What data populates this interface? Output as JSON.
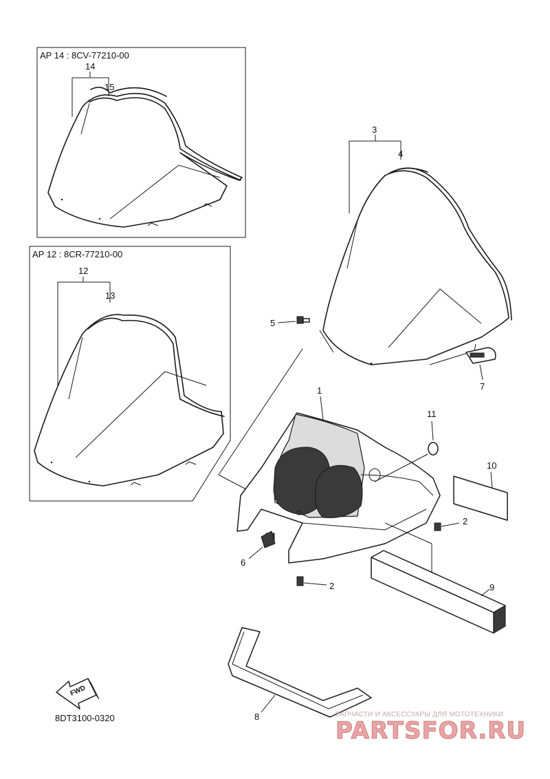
{
  "boxes": {
    "ap14": {
      "title": "AP  14 : 8CV-77210-00"
    },
    "ap12": {
      "title": "AP  12 : 8CR-77210-00"
    }
  },
  "callouts": [
    {
      "id": "c14",
      "text": "14"
    },
    {
      "id": "c15",
      "text": "15"
    },
    {
      "id": "c12",
      "text": "12"
    },
    {
      "id": "c13",
      "text": "13"
    },
    {
      "id": "c3",
      "text": "3"
    },
    {
      "id": "c4",
      "text": "4"
    },
    {
      "id": "c5",
      "text": "5"
    },
    {
      "id": "c7",
      "text": "7"
    },
    {
      "id": "c1",
      "text": "1"
    },
    {
      "id": "c11",
      "text": "11"
    },
    {
      "id": "c10",
      "text": "10"
    },
    {
      "id": "c2a",
      "text": "2"
    },
    {
      "id": "c6",
      "text": "6"
    },
    {
      "id": "c2b",
      "text": "2"
    },
    {
      "id": "c9",
      "text": "9"
    },
    {
      "id": "c8",
      "text": "8"
    }
  ],
  "fwd_label": "FWD",
  "drawing_code": "8DT3100-0320",
  "watermark": {
    "tagline": "ЗАПЧАСТИ И АКСЕССУАРЫ ДЛЯ МОТОТЕХНИКИ",
    "logo": "PARTSFOR.RU"
  }
}
